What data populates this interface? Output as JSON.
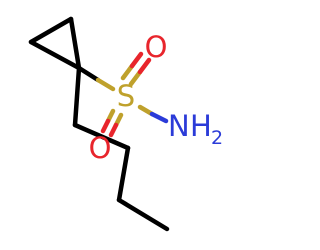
{
  "molecule": {
    "atoms": {
      "sulfur": "S",
      "oxygen_top": "O",
      "oxygen_bottom": "O",
      "nitrogen": "N",
      "nitrogen_h": "H",
      "nitrogen_h_count": "2"
    },
    "colors": {
      "carbon_bond": "#000000",
      "sulfur": "#bfa12c",
      "oxygen": "#e8252c",
      "nitrogen": "#2b3bd8"
    }
  }
}
